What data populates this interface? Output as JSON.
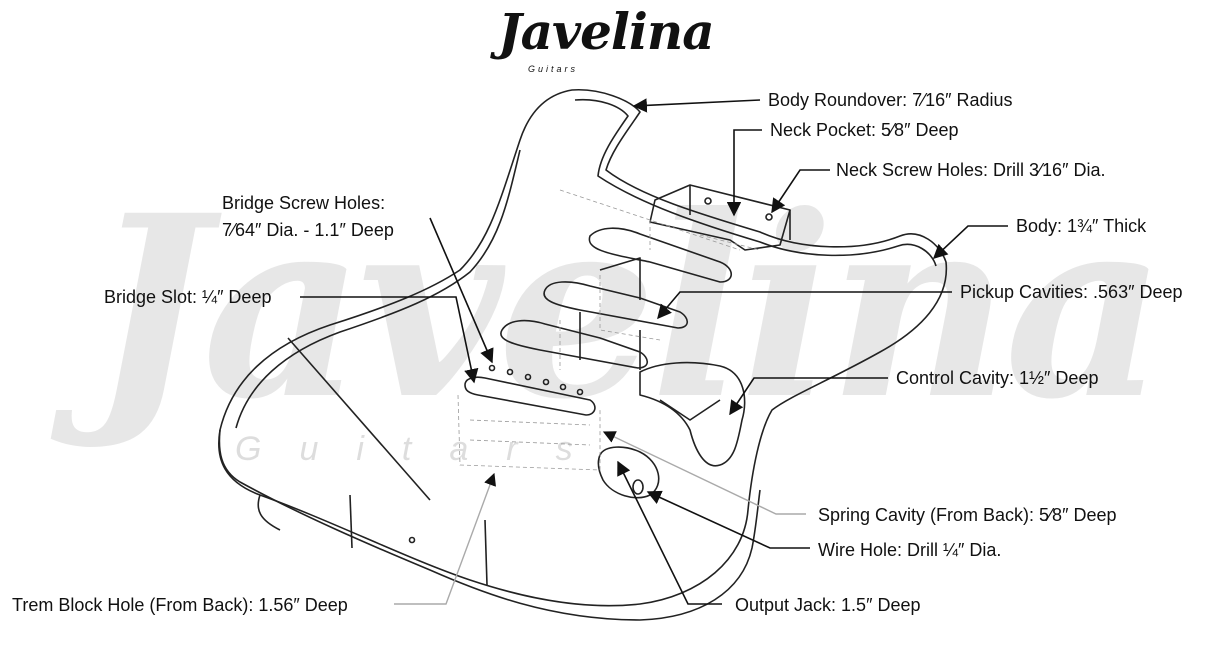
{
  "logo": {
    "name": "Javelina",
    "sub": "Guitars"
  },
  "watermark": {
    "name": "Javelina",
    "sub": "Guitars"
  },
  "labels": {
    "body_roundover": "Body Roundover: 7⁄16″ Radius",
    "neck_pocket": "Neck Pocket: 5⁄8″ Deep",
    "neck_screw_holes": "Neck Screw Holes: Drill 3⁄16″ Dia.",
    "bridge_screw_holes_1": "Bridge Screw Holes:",
    "bridge_screw_holes_2": "7⁄64″ Dia. - 1.1″ Deep",
    "body": "Body: 1¾″ Thick",
    "bridge_slot": "Bridge Slot: ¼″ Deep",
    "pickup_cavities": "Pickup Cavities: .563″ Deep",
    "control_cavity": "Control Cavity: 1½″ Deep",
    "spring_cavity": "Spring Cavity (From Back): 5⁄8″ Deep",
    "wire_hole": "Wire Hole: Drill ¼″ Dia.",
    "trem_block_hole": "Trem Block Hole (From Back): 1.56″ Deep",
    "output_jack": "Output Jack: 1.5″ Deep"
  }
}
